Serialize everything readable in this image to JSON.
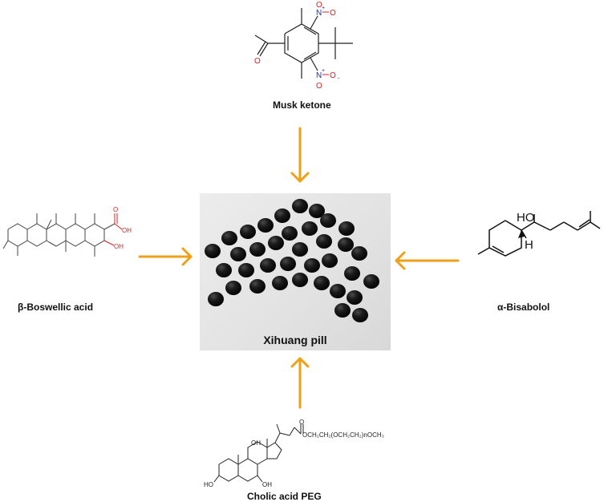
{
  "center": {
    "label": "Xihuang pill"
  },
  "compounds": {
    "top": {
      "name": "Musk ketone"
    },
    "left": {
      "name": "β-Boswellic acid"
    },
    "right": {
      "name": "α-Bisabolol"
    },
    "bottom": {
      "name": "Cholic acid PEG",
      "chain_text": "OCH₂CH₂(OCH₂CH₂)nOCH₃"
    }
  },
  "atoms": {
    "nitro_n": "N",
    "nitro_o": "O",
    "nitro_plus": "+",
    "nitro_minus": "-",
    "oxygen": "O",
    "hydroxyl_oh": "OH",
    "hydroxyl_ho": "HO",
    "hydrogen": "H"
  },
  "colors": {
    "arrow": "#f0a018",
    "oxygen": "#d42020",
    "nitrogen": "#1c2fa0",
    "bond": "#222222",
    "pill": "#151515"
  }
}
